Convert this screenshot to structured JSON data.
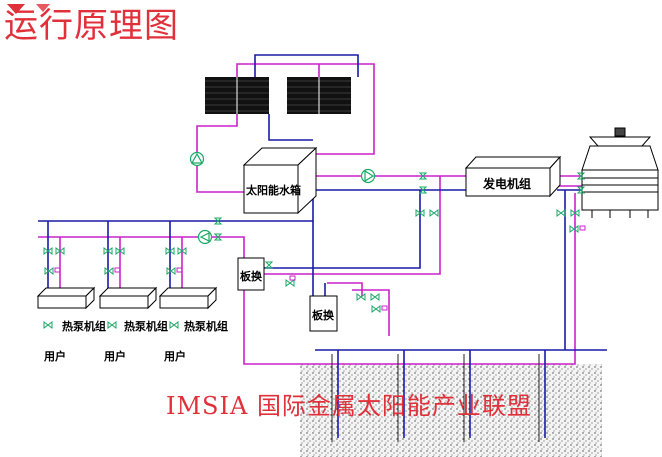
{
  "title": "运行原理图",
  "labels": {
    "solar_tank": "太阳能水箱",
    "generator": "发电机组",
    "plate_exchanger_1": "板换",
    "plate_exchanger_2": "板换",
    "heat_pump": "热泵机组",
    "user": "用户"
  },
  "brand": "IMSIA 国际金属太阳能产业联盟",
  "colors": {
    "supply_pipe": "#1a1aa8",
    "return_pipe": "#cc22cc",
    "valve": "#1aa866",
    "title_red": "#e0303a"
  }
}
